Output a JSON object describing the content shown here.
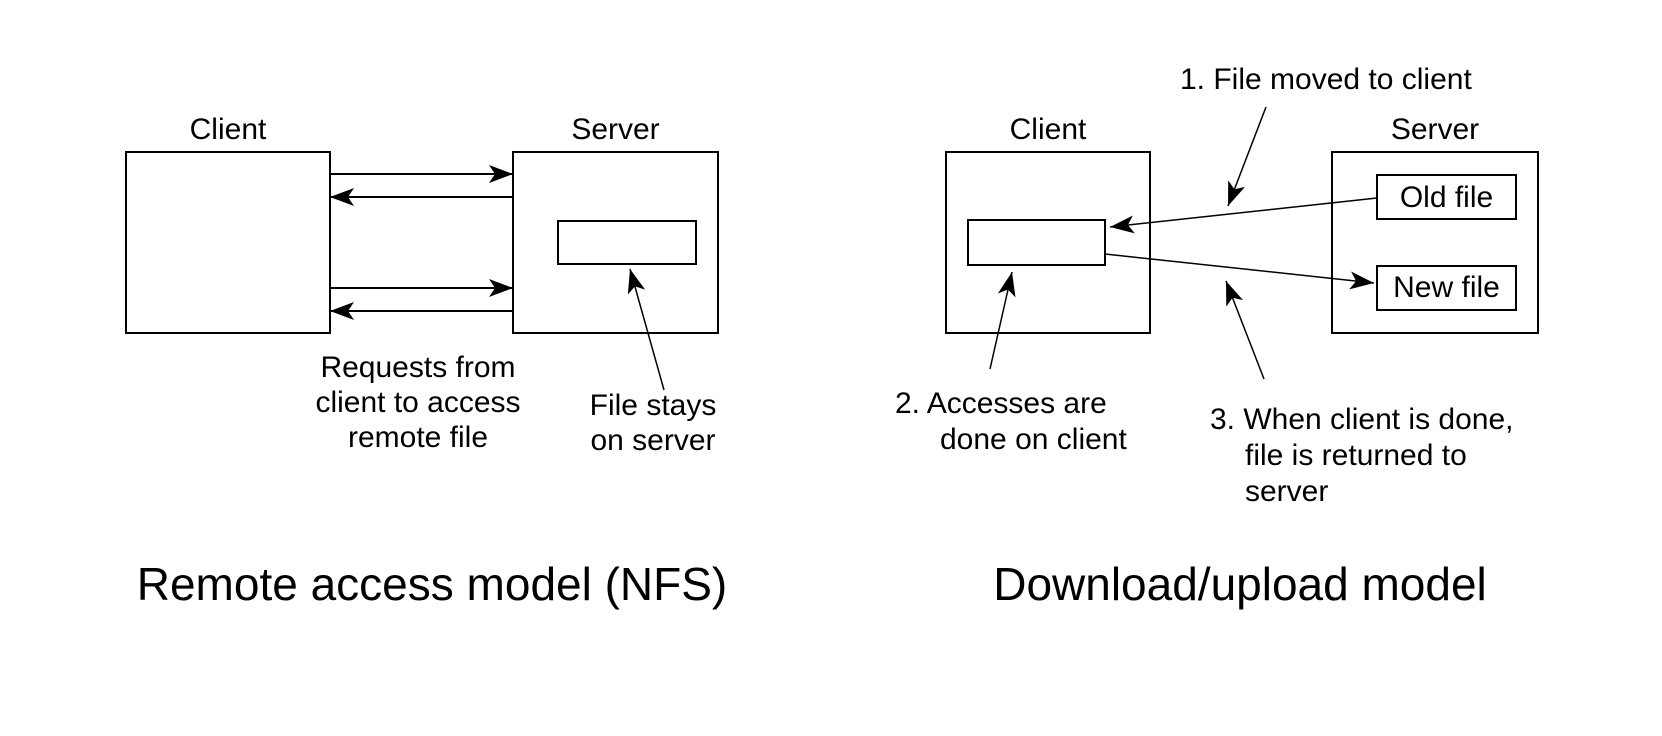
{
  "colors": {
    "ink": "#000000",
    "background": "#ffffff"
  },
  "nfs": {
    "client_label": "Client",
    "server_label": "Server",
    "requests_note": {
      "line1": "Requests from",
      "line2": "client to access",
      "line3": "remote file"
    },
    "file_note": {
      "line1": "File stays",
      "line2": "on server"
    },
    "caption": "Remote access model (NFS)"
  },
  "download_upload": {
    "client_label": "Client",
    "server_label": "Server",
    "old_file_label": "Old file",
    "new_file_label": "New file",
    "step1": "1. File moved to client",
    "step2": {
      "line1": "2. Accesses are",
      "line2": "done on client"
    },
    "step3": {
      "line1": "3. When client is done,",
      "line2": "file is returned to",
      "line3": "server"
    },
    "caption": "Download/upload model"
  }
}
